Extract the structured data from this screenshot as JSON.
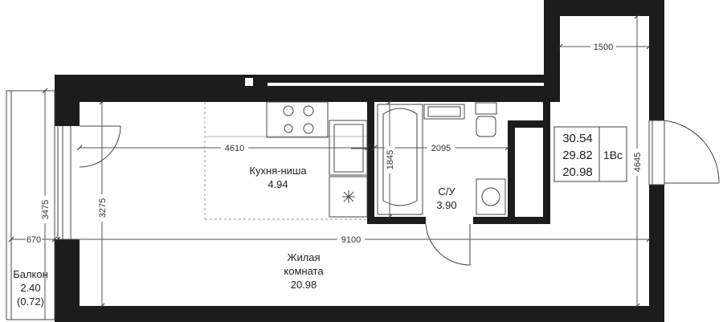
{
  "plan": {
    "rooms": {
      "living_name_1": "Жилая",
      "living_name_2": "комната",
      "living_area": "20.98",
      "kitchen_name": "Кухня-ниша",
      "kitchen_area": "4.94",
      "bath_name": "С/У",
      "bath_area": "3.90",
      "balcony_name": "Балкон",
      "balcony_area": "2.40",
      "balcony_reduced": "(0.72)"
    },
    "summary": {
      "total_area": "30.54",
      "living_total": "29.82",
      "living_area": "20.98",
      "type": "1Вс"
    },
    "dimensions": {
      "d4610": "4610",
      "d2095": "2095",
      "d1845": "1845",
      "d1500": "1500",
      "d4645": "4645",
      "d3475": "3475",
      "d3275": "3275",
      "d670": "670",
      "d9100": "9100"
    },
    "colors": {
      "wall": "#1c1c1c",
      "line": "#444444",
      "dashed": "#999999"
    }
  }
}
